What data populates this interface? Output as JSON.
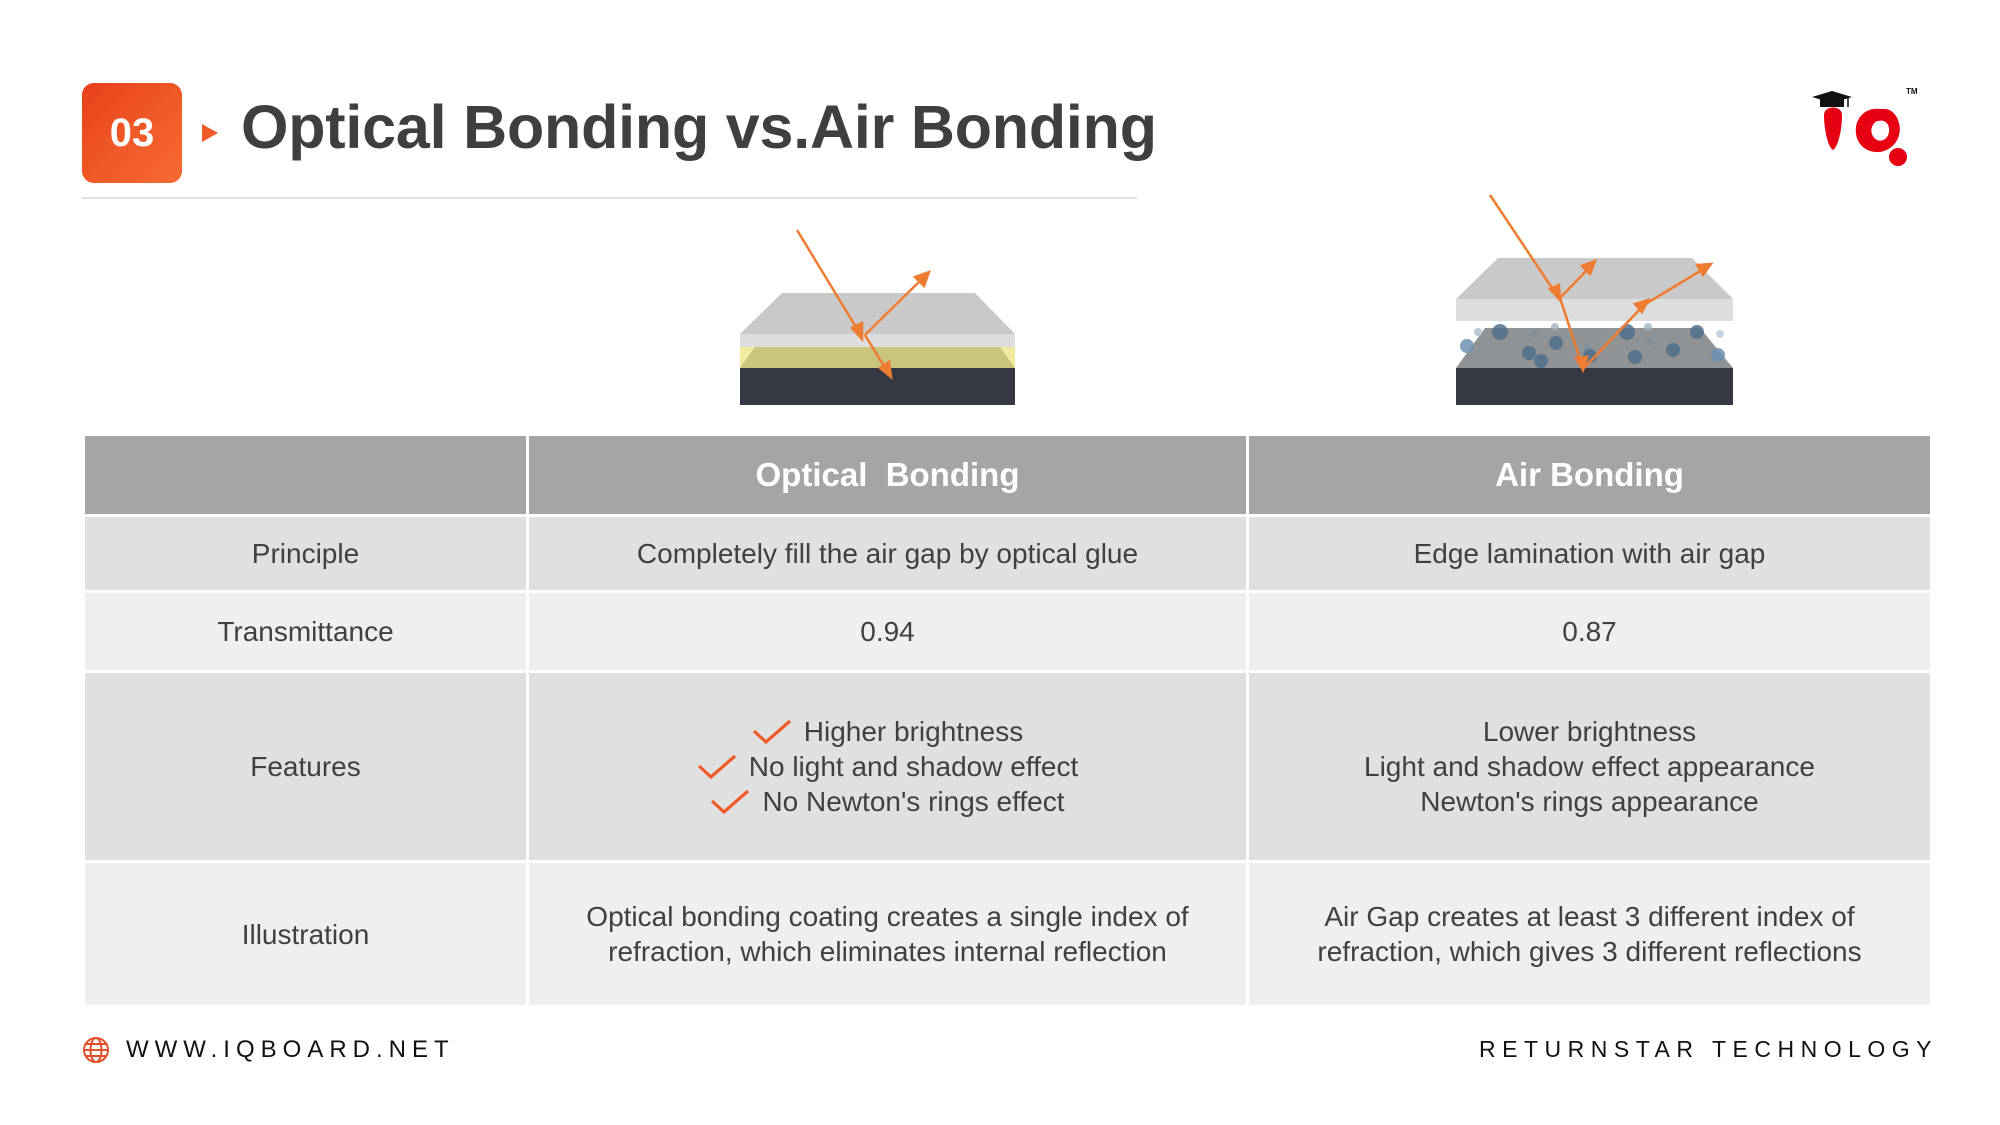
{
  "header": {
    "section_number": "03",
    "title": "Optical Bonding vs.Air Bonding",
    "logo": {
      "text": "IQ",
      "trademark": "TM",
      "icon": "graduation-cap-icon"
    }
  },
  "colors": {
    "accent": "#f05a28",
    "logo_red": "#e60012",
    "table_header": "#a5a5a5",
    "row_dark": "#e0e0e0",
    "row_light": "#efefef",
    "arrow": "#ef7d31"
  },
  "illustrations": {
    "optical": {
      "label": "optical-bonding-diagram",
      "layers": [
        "cover-glass",
        "optical-glue",
        "display-panel"
      ],
      "arrows": 3
    },
    "air": {
      "label": "air-bonding-diagram",
      "layers": [
        "cover-glass",
        "air-gap-with-particles",
        "display-panel"
      ],
      "arrows": 5
    }
  },
  "table": {
    "headers": [
      "",
      "Optical  Bonding",
      "Air Bonding"
    ],
    "rows": [
      {
        "label": "Principle",
        "optical": "Completely fill the air gap by optical glue",
        "air": "Edge lamination with air gap"
      },
      {
        "label": "Transmittance",
        "optical": "0.94",
        "air": "0.87"
      },
      {
        "label": "Features",
        "optical": [
          "Higher brightness",
          "No light and shadow effect",
          "No Newton's rings effect"
        ],
        "air": [
          "Lower brightness",
          "Light and shadow effect appearance",
          "Newton's rings appearance"
        ]
      },
      {
        "label": "Illustration",
        "optical": [
          "Optical bonding coating creates a single index of",
          "refraction, which eliminates internal reflection"
        ],
        "air": [
          "Air Gap creates at least 3 different index of",
          "refraction, which gives 3 different reflections"
        ]
      }
    ]
  },
  "footer": {
    "website": "WWW.IQBOARD.NET",
    "website_icon": "globe-icon",
    "company": "RETURNSTAR TECHNOLOGY"
  }
}
